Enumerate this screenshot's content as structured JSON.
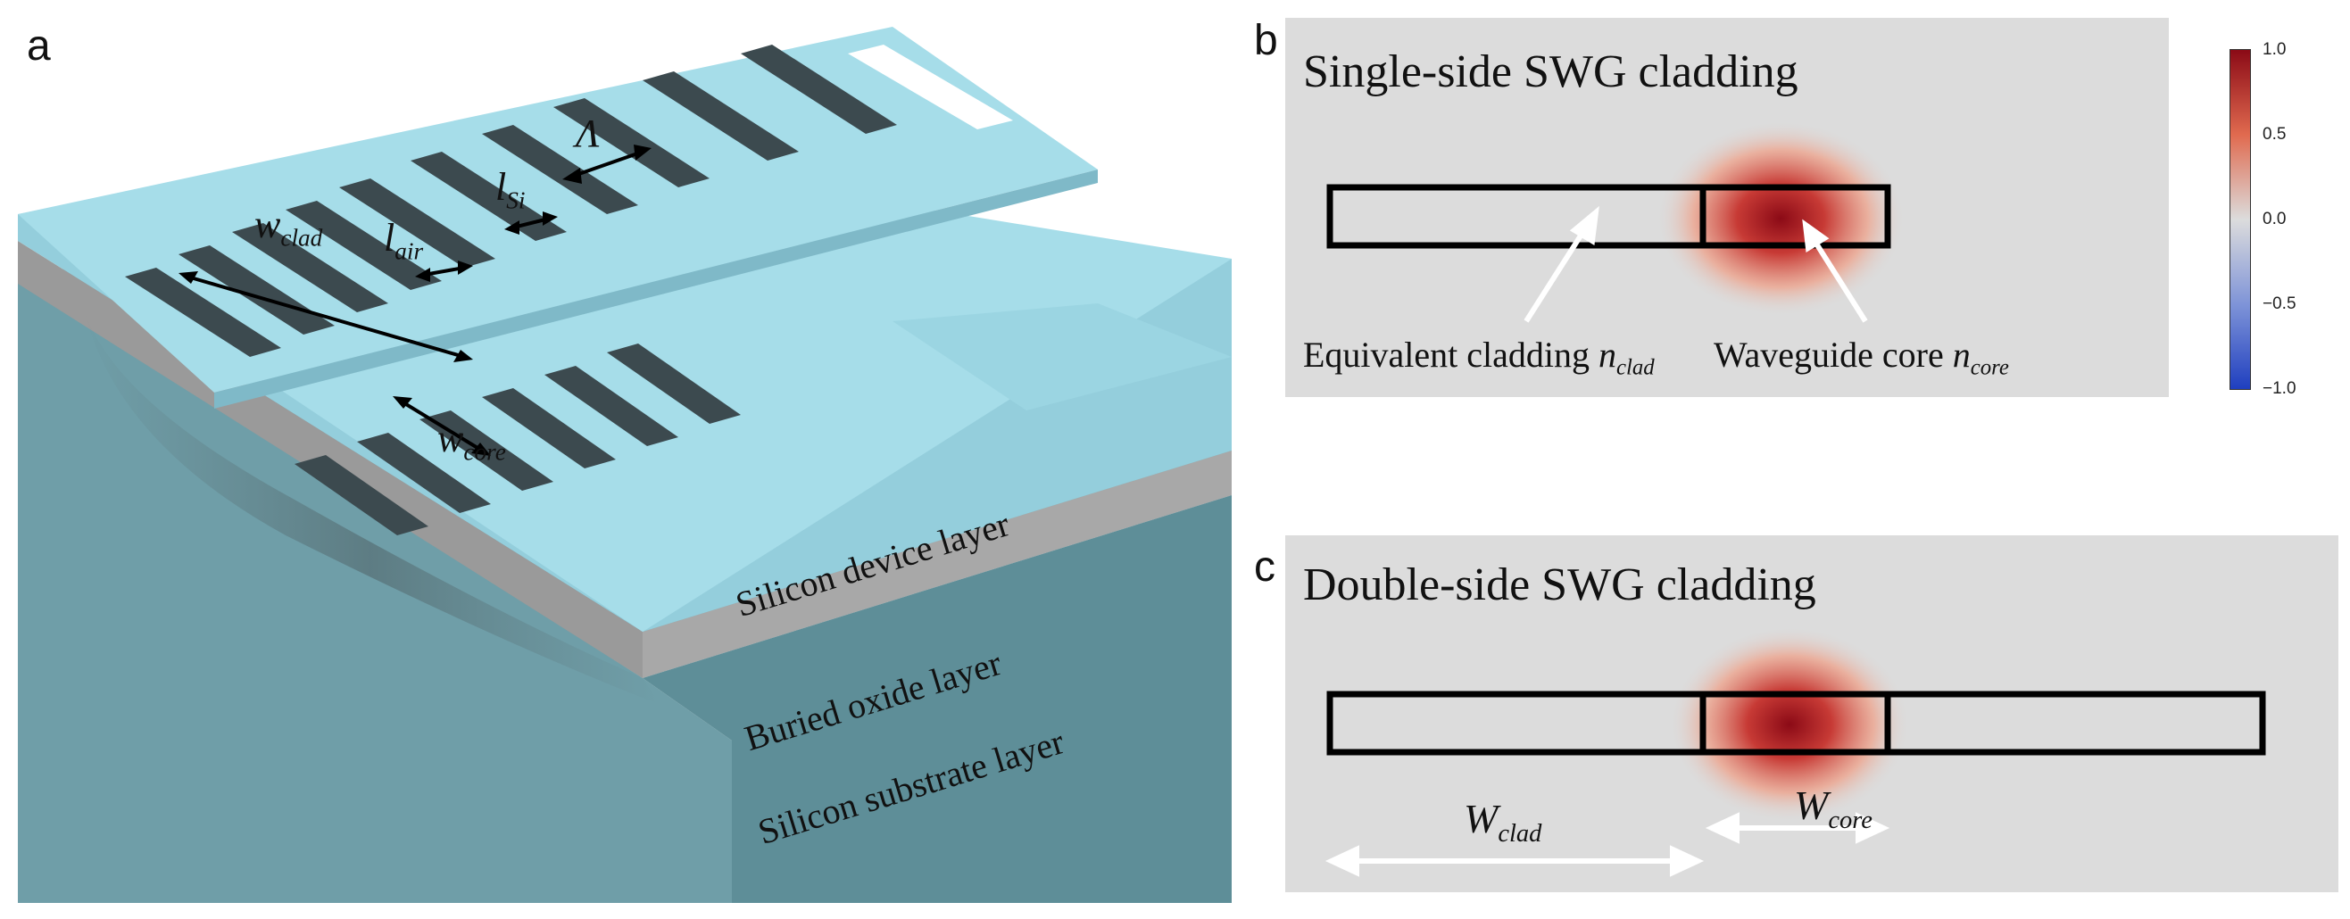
{
  "panel_a": {
    "label": "a",
    "symbols": {
      "w_clad": {
        "base": "w",
        "sub": "clad"
      },
      "l_air": {
        "base": "l",
        "sub": "air"
      },
      "l_si": {
        "base": "l",
        "sub": "Si"
      },
      "lambda": {
        "base": "Λ",
        "sub": ""
      },
      "w_core": {
        "base": "w",
        "sub": "core"
      }
    },
    "layers": {
      "device": "Silicon device layer",
      "oxide": "Buried oxide layer",
      "substrate": "Silicon substrate layer"
    },
    "colors": {
      "device_top": "#a6dde9",
      "device_side": "#8ec7d6",
      "oxide": "#a3a3a3",
      "substrate_top": "#77a8b1",
      "substrate_side": "#5f8f99"
    }
  },
  "panel_b": {
    "label": "b",
    "title": "Single-side SWG cladding",
    "cladding_label": "Equivalent cladding ",
    "cladding_symbol": {
      "base": "n",
      "sub": "clad"
    },
    "core_label": "Waveguide core ",
    "core_symbol": {
      "base": "n",
      "sub": "core"
    }
  },
  "panel_c": {
    "label": "c",
    "title": "Double-side SWG cladding",
    "w_clad": {
      "base": "W",
      "sub": "clad"
    },
    "w_core": {
      "base": "W",
      "sub": "core"
    }
  },
  "colorbar": {
    "ticks": [
      "1.0",
      "0.5",
      "0.0",
      "−0.5",
      "−1.0"
    ],
    "colors": {
      "max": "#8b0a16",
      "mid": "#dcdcdc",
      "min": "#1f3fbf"
    }
  }
}
